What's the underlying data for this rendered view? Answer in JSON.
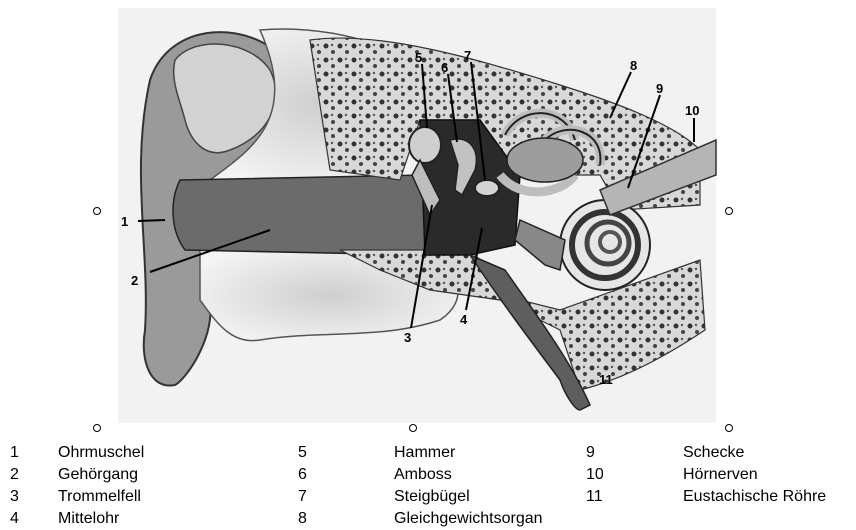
{
  "diagram": {
    "callouts": [
      "1",
      "2",
      "3",
      "4",
      "5",
      "6",
      "7",
      "8",
      "9",
      "10",
      "11"
    ]
  },
  "legend": [
    {
      "num": "1",
      "text": "Ohrmuschel"
    },
    {
      "num": "2",
      "text": "Gehörgang"
    },
    {
      "num": "3",
      "text": "Trommelfell"
    },
    {
      "num": "4",
      "text": "Mittelohr"
    },
    {
      "num": "5",
      "text": "Hammer"
    },
    {
      "num": "6",
      "text": "Amboss"
    },
    {
      "num": "7",
      "text": "Steigbügel"
    },
    {
      "num": "8",
      "text": "Gleichgewichtsorgan"
    },
    {
      "num": "9",
      "text": "Schecke"
    },
    {
      "num": "10",
      "text": "Hörnerven"
    },
    {
      "num": "11",
      "text": "Eustachische Röhre"
    }
  ]
}
